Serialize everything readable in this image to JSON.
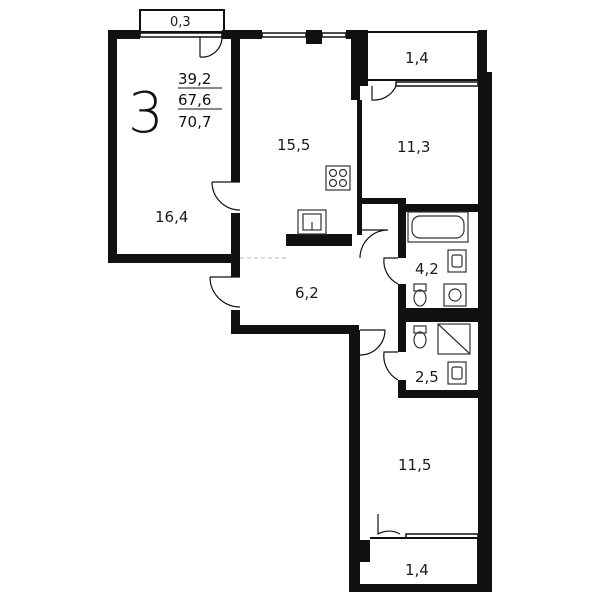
{
  "plan": {
    "room_count": "3",
    "living_area": "39,2",
    "total_area": "67,6",
    "total_with_balcony": "70,7",
    "colors": {
      "wall": "#111111",
      "background": "#ffffff",
      "fixture": "#333333"
    },
    "rooms": [
      {
        "id": "balcony-top-left",
        "label": "0,3"
      },
      {
        "id": "bedroom-left",
        "label": "16,4"
      },
      {
        "id": "kitchen",
        "label": "15,5"
      },
      {
        "id": "loggia-top-right",
        "label": "1,4"
      },
      {
        "id": "bedroom-top-right",
        "label": "11,3"
      },
      {
        "id": "hall",
        "label": "6,2"
      },
      {
        "id": "bathroom",
        "label": "4,2"
      },
      {
        "id": "toilet",
        "label": "2,5"
      },
      {
        "id": "bedroom-bottom-right",
        "label": "11,5"
      },
      {
        "id": "loggia-bottom-right",
        "label": "1,4"
      }
    ],
    "icons": [
      "stove-icon",
      "sink-icon",
      "bathtub-icon",
      "washbasin-icon",
      "toilet-icon",
      "washing-machine-icon",
      "shower-icon"
    ]
  }
}
